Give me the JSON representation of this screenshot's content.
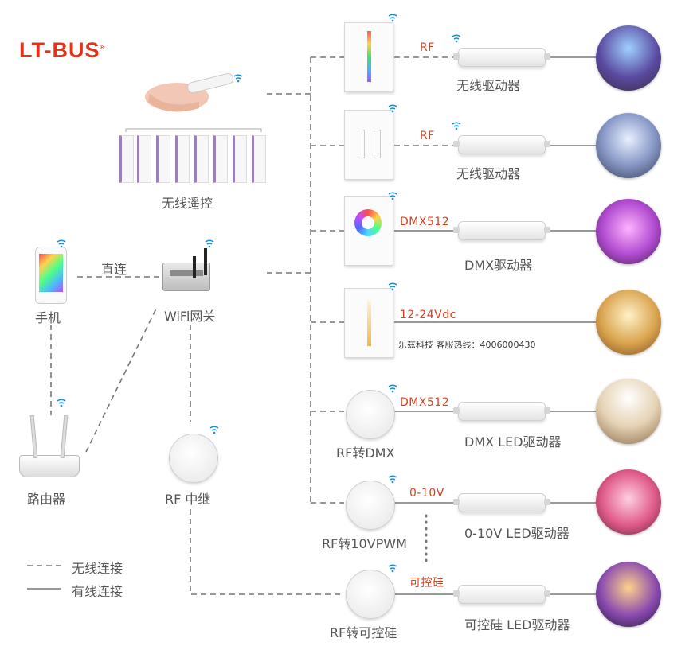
{
  "brand": {
    "logo_text": "LT-BUS",
    "registered_mark": "®"
  },
  "colors": {
    "accent_red": "#d9401f",
    "logo_red": "#e0331b",
    "wifi_blue": "#1a8fd6",
    "line_gray": "#777777"
  },
  "sources": {
    "wireless_remote": "无线遥控",
    "phone": "手机",
    "direct_link": "直连",
    "wifi_gateway": "WiFi网关",
    "router": "路由器",
    "rf_repeater": "RF 中继"
  },
  "outputs": [
    {
      "link_label": "RF",
      "driver_label": "无线驱动器"
    },
    {
      "link_label": "RF",
      "driver_label": "无线驱动器"
    },
    {
      "link_label": "DMX512",
      "driver_label": "DMX驱动器"
    },
    {
      "link_label": "12-24Vdc",
      "driver_label": ""
    },
    {
      "link_label": "DMX512",
      "driver_label": "DMX LED驱动器",
      "converter_label": "RF转DMX"
    },
    {
      "link_label": "0-10V",
      "driver_label": "0-10V LED驱动器",
      "converter_label": "RF转10VPWM"
    },
    {
      "link_label": "可控硅",
      "driver_label": "可控硅 LED驱动器",
      "converter_label": "RF转可控硅"
    }
  ],
  "hotline": "乐兹科技 客服热线：4006000430",
  "legend": {
    "wireless": "无线连接",
    "wired": "有线连接"
  },
  "icons": [
    "wifi-icon",
    "wall-panel-icon",
    "driver-icon",
    "converter-icon",
    "room-photo-icon",
    "phone-icon",
    "router-icon",
    "gateway-icon",
    "remote-control-icon"
  ]
}
